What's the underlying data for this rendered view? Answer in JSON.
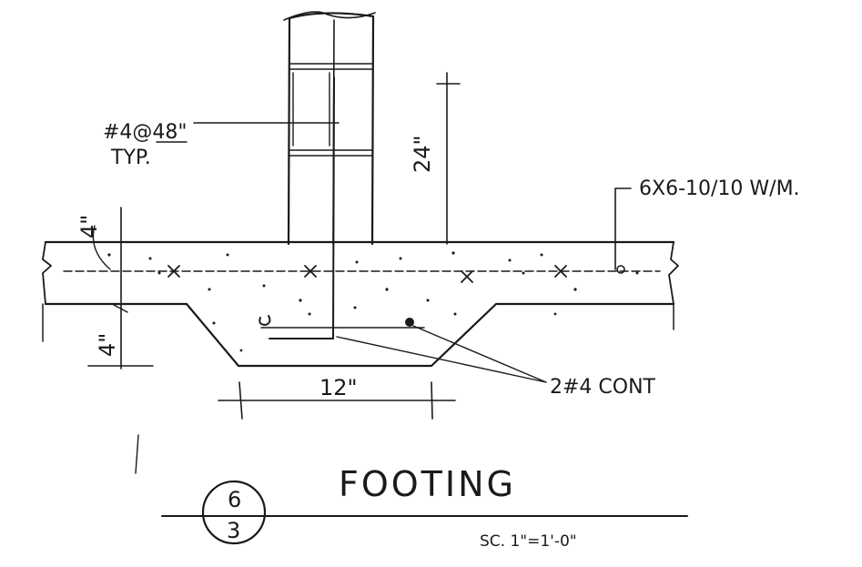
{
  "labels": {
    "dowels_callout_line1": "#4@48\"",
    "dowels_callout_line2": "TYP.",
    "mesh_callout": "6X6-10/10 W/M.",
    "wall_height_dim": "24\"",
    "slab_thickness_dim": "4\"",
    "thickening_depth_dim": "4\"",
    "footing_width_dim": "12\"",
    "rebar_callout": "2#4 CONT"
  },
  "title": {
    "name": "FOOTING",
    "detail_number": "6",
    "sheet_number": "3",
    "scale": "SC. 1\"=1'-0\""
  },
  "colors": {
    "ink": "#1a1a1a",
    "paper": "#ffffff"
  }
}
